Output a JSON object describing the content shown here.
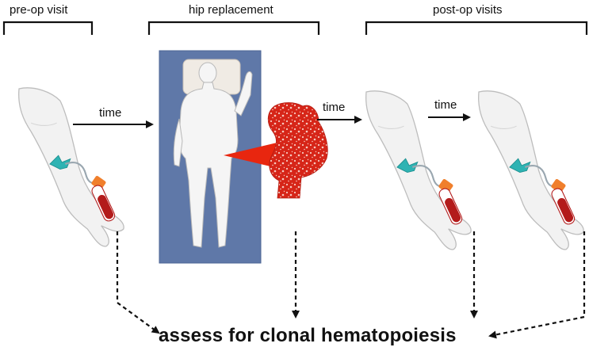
{
  "sections": {
    "pre_op": "pre-op visit",
    "hip_replacement": "hip replacement",
    "post_op": "post-op visits"
  },
  "time_labels": {
    "t1": "time",
    "t2": "time",
    "t3": "time"
  },
  "conclusion": "assess for clonal hematopoiesis",
  "colors": {
    "panel": "#5f78a8",
    "bone_red": "#d62518",
    "tube_red": "#b31b1b",
    "tourniquet_teal": "#2eb3b3",
    "cap_orange": "#f07f2c",
    "skin": "#f2f2f2",
    "skin_outline": "#bdbdbd"
  },
  "icons": [
    "arm-blood-draw-icon",
    "patient-body-icon",
    "femur-bone-icon",
    "zoom-wedge-icon"
  ]
}
